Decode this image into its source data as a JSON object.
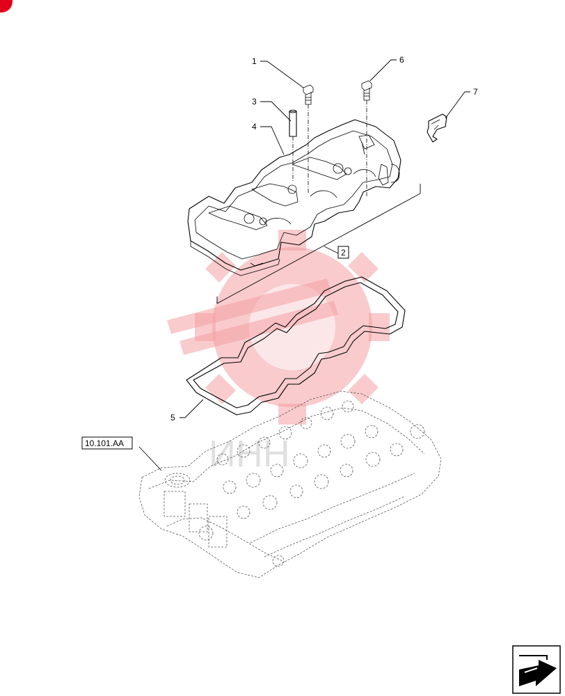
{
  "callouts": {
    "c1": "1",
    "c2": "2",
    "c3": "3",
    "c4": "4",
    "c5": "5",
    "c6": "6",
    "c7": "7"
  },
  "reference": {
    "label": "10.101.AA"
  },
  "watermark": {
    "text": "ИНН",
    "color": "#f4a0a4"
  },
  "nav": {
    "icon": "arrow-next-page-icon"
  },
  "corner_marker": {
    "color": "#e3001b"
  }
}
